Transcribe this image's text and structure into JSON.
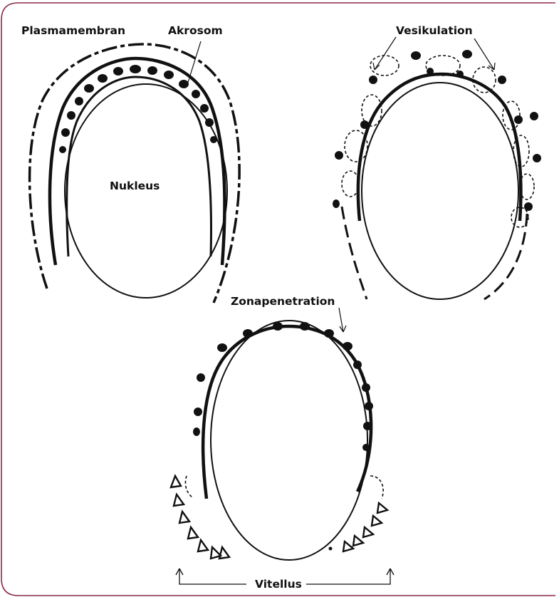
{
  "labels": {
    "plasma_membrane": "Plasmamembran",
    "acrosome": "Akrosom",
    "nucleus": "Nukleus",
    "vesiculation": "Vesikulation",
    "zona_penetration": "Zonapenetration",
    "vitellus": "Vitellus"
  },
  "colors": {
    "frame": "#8a2a4a",
    "ink": "#111111"
  }
}
